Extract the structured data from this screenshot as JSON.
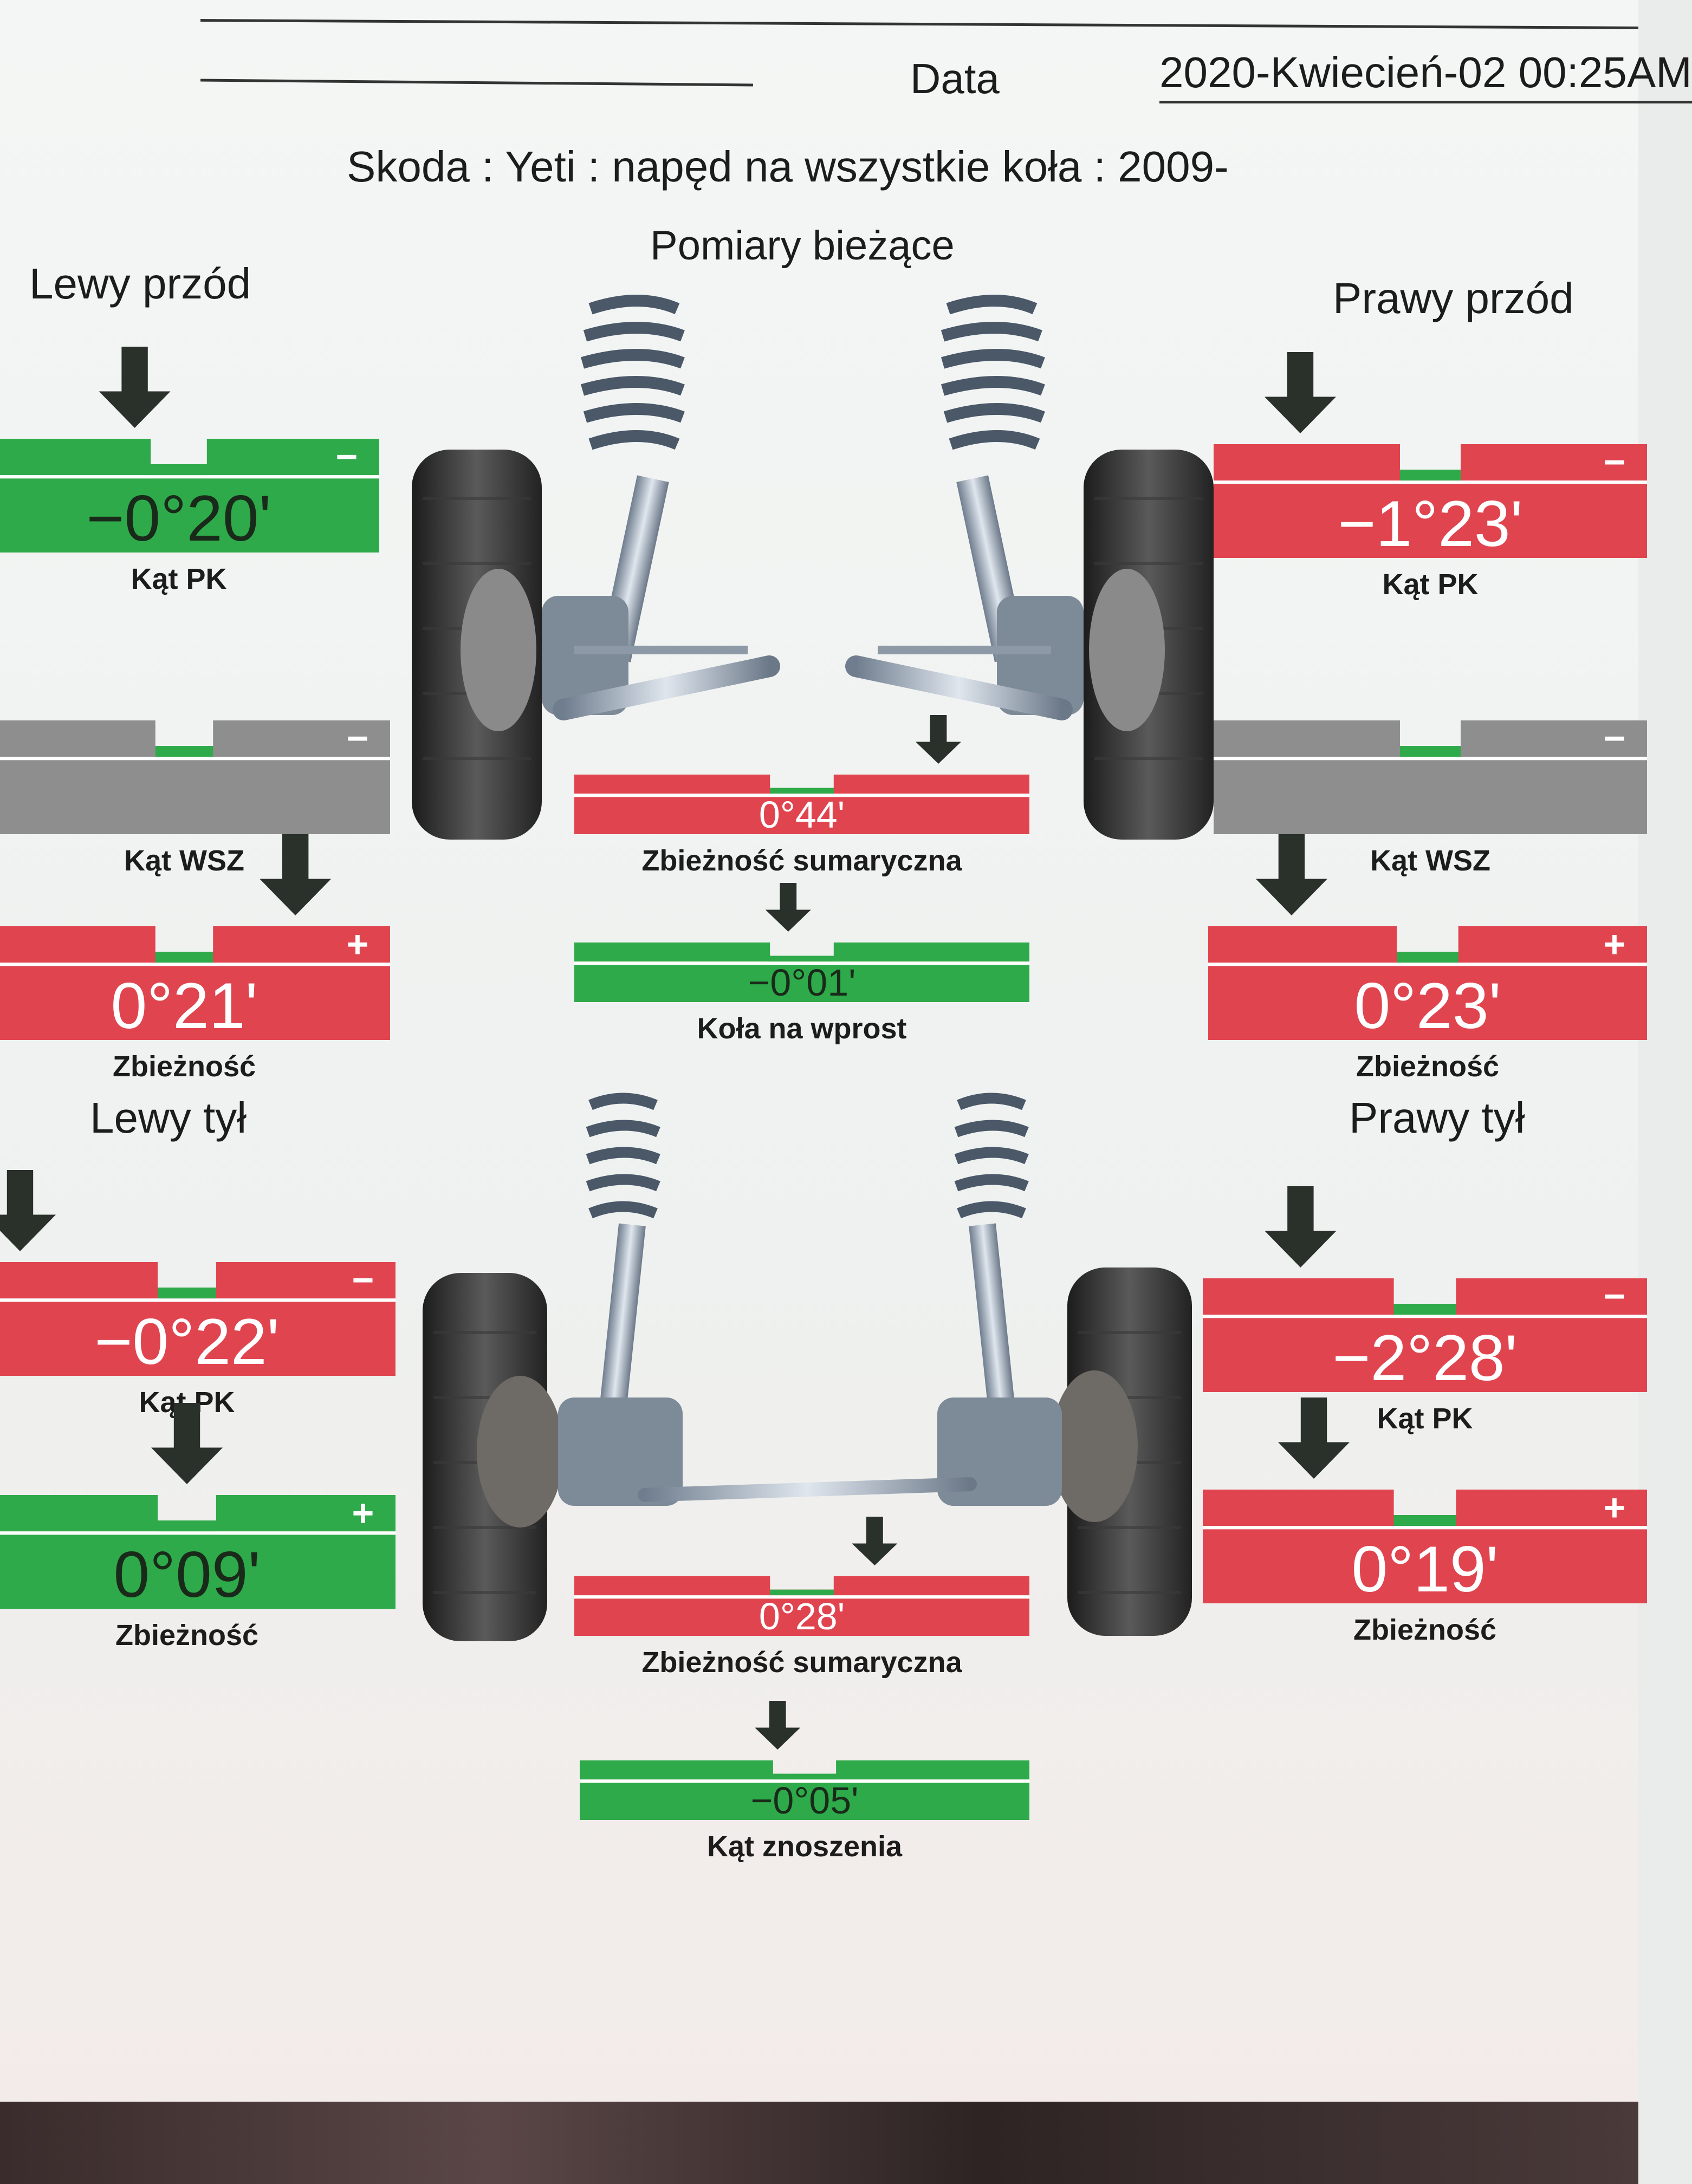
{
  "header": {
    "date_label": "Data",
    "date_value": "2020-Kwiecień-02 00:25AM",
    "vehicle": "Skoda : Yeti : napęd na wszystkie koła : 2009-",
    "section_title": "Pomiary bieżące"
  },
  "positions": {
    "left_front": "Lewy przód",
    "right_front": "Prawy przód",
    "left_rear": "Lewy tył",
    "right_rear": "Prawy tył"
  },
  "colors": {
    "in_spec": "#2eaa4a",
    "out_of_spec": "#e0454f",
    "no_reading": "#8e8e8e",
    "arrow": "#2a302a"
  },
  "icons": {
    "front": "front-suspension-icon",
    "rear": "rear-suspension-icon",
    "pointer": "arrow-down-icon"
  },
  "measurements": {
    "lf_camber": {
      "label": "Kąt PK",
      "value": "−0°20'",
      "status": "in_spec",
      "marker": 0.39,
      "sign": "−"
    },
    "lf_caster": {
      "label": "Kąt WSZ",
      "value": "",
      "status": "no_reading",
      "marker": null,
      "sign": "−"
    },
    "lf_toe": {
      "label": "Zbieżność",
      "value": "0°21'",
      "status": "out_of_spec",
      "marker": 0.77,
      "sign": "+"
    },
    "rf_camber": {
      "label": "Kąt PK",
      "value": "−1°23'",
      "status": "out_of_spec",
      "marker": 0.2,
      "sign": "−"
    },
    "rf_caster": {
      "label": "Kąt WSZ",
      "value": "",
      "status": "no_reading",
      "marker": null,
      "sign": "−"
    },
    "rf_toe": {
      "label": "Zbieżność",
      "value": "0°23'",
      "status": "out_of_spec",
      "marker": 0.19,
      "sign": "+"
    },
    "front_total_toe": {
      "label": "Zbieżność sumaryczna",
      "value": "0°44'",
      "status": "out_of_spec",
      "marker": 0.8
    },
    "front_thrust": {
      "label": "Koła na wprost",
      "value": "−0°01'",
      "status": "in_spec",
      "marker": 0.47
    },
    "lr_camber": {
      "label": "Kąt PK",
      "value": "−0°22'",
      "status": "out_of_spec",
      "marker": 0.1,
      "sign": "−"
    },
    "lr_toe": {
      "label": "Zbieżność",
      "value": "0°09'",
      "status": "in_spec",
      "marker": 0.5,
      "sign": "+"
    },
    "rr_camber": {
      "label": "Kąt PK",
      "value": "−2°28'",
      "status": "out_of_spec",
      "marker": 0.22,
      "sign": "−"
    },
    "rr_toe": {
      "label": "Zbieżność",
      "value": "0°19'",
      "status": "out_of_spec",
      "marker": 0.25,
      "sign": "+"
    },
    "rear_total_toe": {
      "label": "Zbieżność sumaryczna",
      "value": "0°28'",
      "status": "out_of_spec",
      "marker": 0.66
    },
    "rear_thrust": {
      "label": "Kąt znoszenia",
      "value": "−0°05'",
      "status": "in_spec",
      "marker": 0.44
    }
  }
}
